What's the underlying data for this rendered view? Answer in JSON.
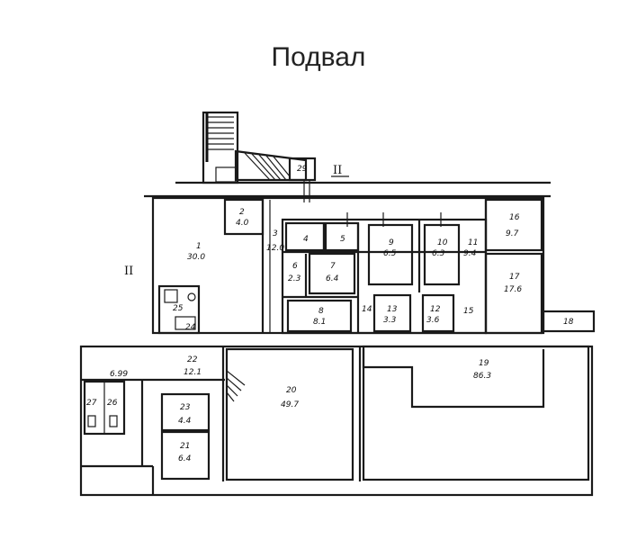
{
  "title": "Подвал",
  "section_marks": {
    "top": "II",
    "left": "II"
  },
  "rooms": [
    {
      "id": "1",
      "area": "30.0"
    },
    {
      "id": "2",
      "area": "4.0"
    },
    {
      "id": "3",
      "area": "12.0"
    },
    {
      "id": "4",
      "area": ""
    },
    {
      "id": "5",
      "area": ""
    },
    {
      "id": "6",
      "area": "2.3"
    },
    {
      "id": "7",
      "area": "6.4"
    },
    {
      "id": "8",
      "area": "8.1"
    },
    {
      "id": "9",
      "area": "6.5"
    },
    {
      "id": "10",
      "area": "6.3"
    },
    {
      "id": "11",
      "area": "9.4"
    },
    {
      "id": "12",
      "area": "3.6"
    },
    {
      "id": "13",
      "area": "3.3"
    },
    {
      "id": "14",
      "area": ""
    },
    {
      "id": "15",
      "area": ""
    },
    {
      "id": "16",
      "area": "9.7"
    },
    {
      "id": "17",
      "area": "17.6"
    },
    {
      "id": "18",
      "area": ""
    },
    {
      "id": "19",
      "area": "86.3"
    },
    {
      "id": "20",
      "area": "49.7"
    },
    {
      "id": "21",
      "area": "6.4"
    },
    {
      "id": "22",
      "area": "12.1"
    },
    {
      "id": "23",
      "area": "4.4"
    },
    {
      "id": "24",
      "area": ""
    },
    {
      "id": "25",
      "area": ""
    },
    {
      "id": "26",
      "area": ""
    },
    {
      "id": "27",
      "area": ""
    },
    {
      "id": "29",
      "area": ""
    }
  ],
  "extra_labels": {
    "corridor_value": "6.99"
  }
}
